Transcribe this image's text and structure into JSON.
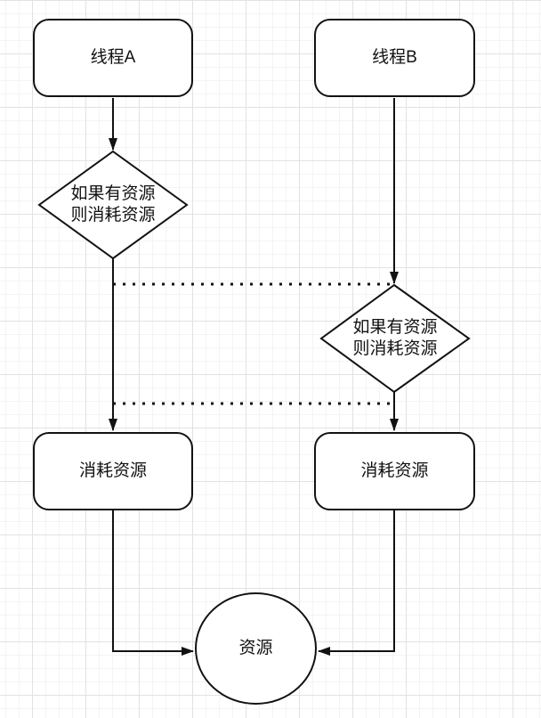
{
  "nodes": {
    "thread_a": {
      "label": "线程A"
    },
    "thread_b": {
      "label": "线程B"
    },
    "decision_a": {
      "line1": "如果有资源",
      "line2": "则消耗资源"
    },
    "decision_b": {
      "line1": "如果有资源",
      "line2": "则消耗资源"
    },
    "consume_a": {
      "label": "消耗资源"
    },
    "consume_b": {
      "label": "消耗资源"
    },
    "resource": {
      "label": "资源"
    }
  },
  "colors": {
    "stroke": "#121212",
    "node_fill": "#ffffff",
    "canvas_bg": "#ffffff",
    "grid_minor": "#f4f4f4",
    "grid_major": "#e2e2e2"
  }
}
